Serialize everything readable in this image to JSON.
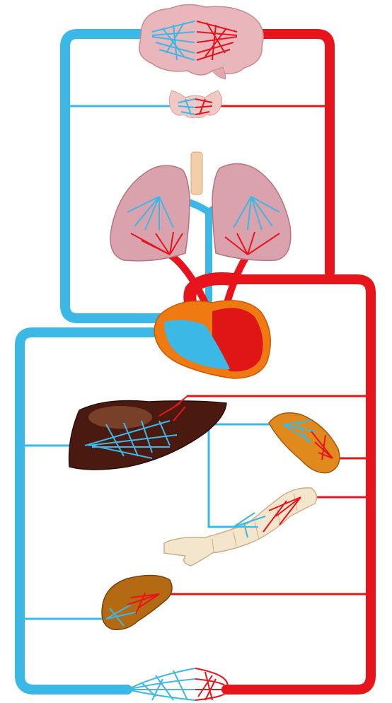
{
  "colors": {
    "venous": "#3cb8e6",
    "arterial": "#e8141b",
    "brain": "#e8b6bb",
    "thyroid": "#f0c9c4",
    "lungs": "#d9a2ad",
    "trachea": "#f2cfa6",
    "heart_outer": "#f07a12",
    "heart_inner": "#e01616",
    "liver": "#4a1a10",
    "spleen": "#e08a1e",
    "intestine": "#f3e6cc",
    "kidney": "#b36a12"
  },
  "organs": [
    {
      "id": "brain",
      "icon": "brain-icon"
    },
    {
      "id": "thyroid",
      "icon": "thyroid-icon"
    },
    {
      "id": "lungs",
      "icon": "lungs-icon"
    },
    {
      "id": "heart",
      "icon": "heart-icon"
    },
    {
      "id": "liver",
      "icon": "liver-icon"
    },
    {
      "id": "spleen",
      "icon": "spleen-icon"
    },
    {
      "id": "intestine",
      "icon": "intestine-icon"
    },
    {
      "id": "kidney",
      "icon": "kidney-icon"
    },
    {
      "id": "lower-body",
      "icon": "capillary-bed-icon"
    }
  ]
}
